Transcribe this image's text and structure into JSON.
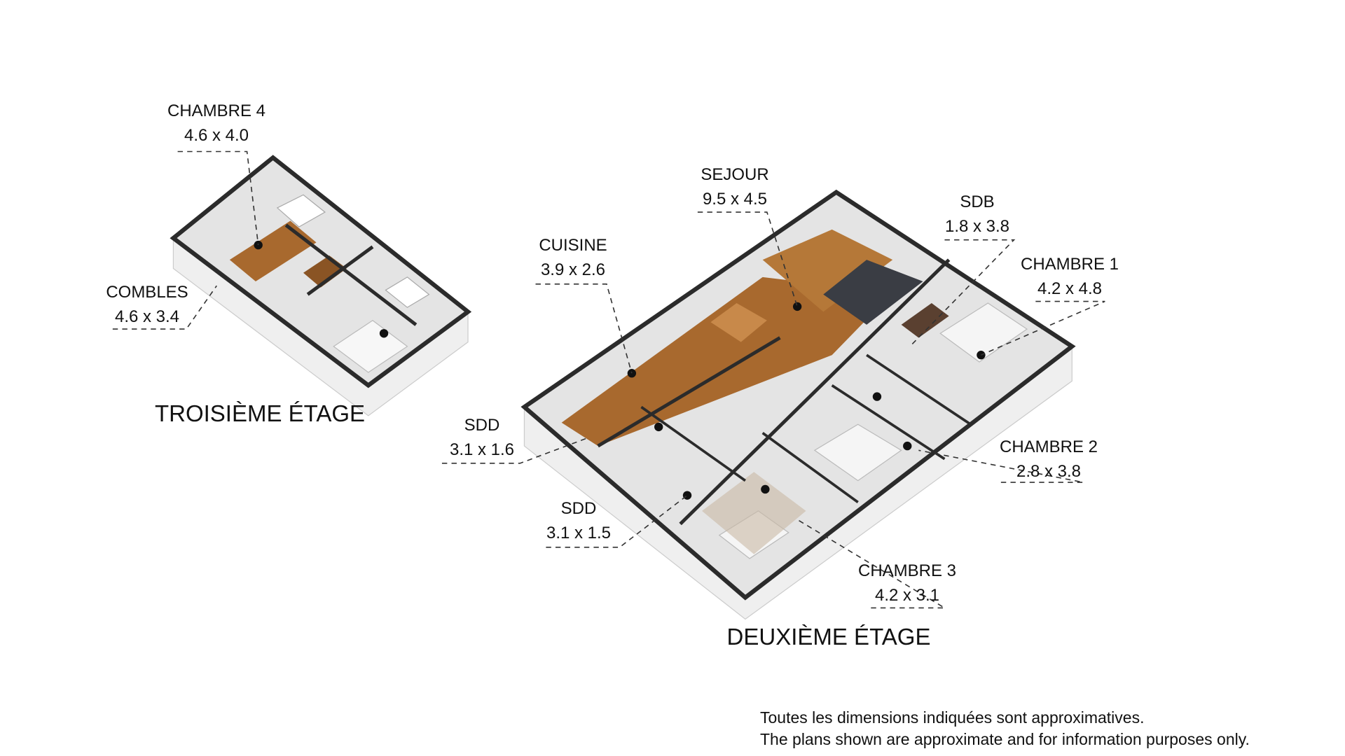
{
  "floors": [
    {
      "title": "TROISIÈME ÉTAGE",
      "rooms": [
        {
          "name": "CHAMBRE 4",
          "size": "4.6 x 4.0"
        },
        {
          "name": "COMBLES",
          "size": "4.6 x 3.4"
        }
      ]
    },
    {
      "title": "DEUXIÈME ÉTAGE",
      "rooms": [
        {
          "name": "SEJOUR",
          "size": "9.5 x 4.5"
        },
        {
          "name": "SDB",
          "size": "1.8 x 3.8"
        },
        {
          "name": "CUISINE",
          "size": "3.9 x 2.6"
        },
        {
          "name": "CHAMBRE 1",
          "size": "4.2 x 4.8"
        },
        {
          "name": "SDD",
          "size": "3.1 x 1.6"
        },
        {
          "name": "CHAMBRE 2",
          "size": "2.8 x 3.8"
        },
        {
          "name": "SDD",
          "size": "3.1 x 1.5"
        },
        {
          "name": "CHAMBRE 3",
          "size": "4.2 x 3.1"
        }
      ]
    }
  ],
  "disclaimer": {
    "fr": "Toutes les dimensions indiquées sont approximatives.",
    "en": "The plans shown are approximate and for information purposes only."
  },
  "colors": {
    "wall": "#2b2b2b",
    "floor": "#e6e6e6",
    "wood": "#a8692e",
    "side": "#efefef"
  }
}
